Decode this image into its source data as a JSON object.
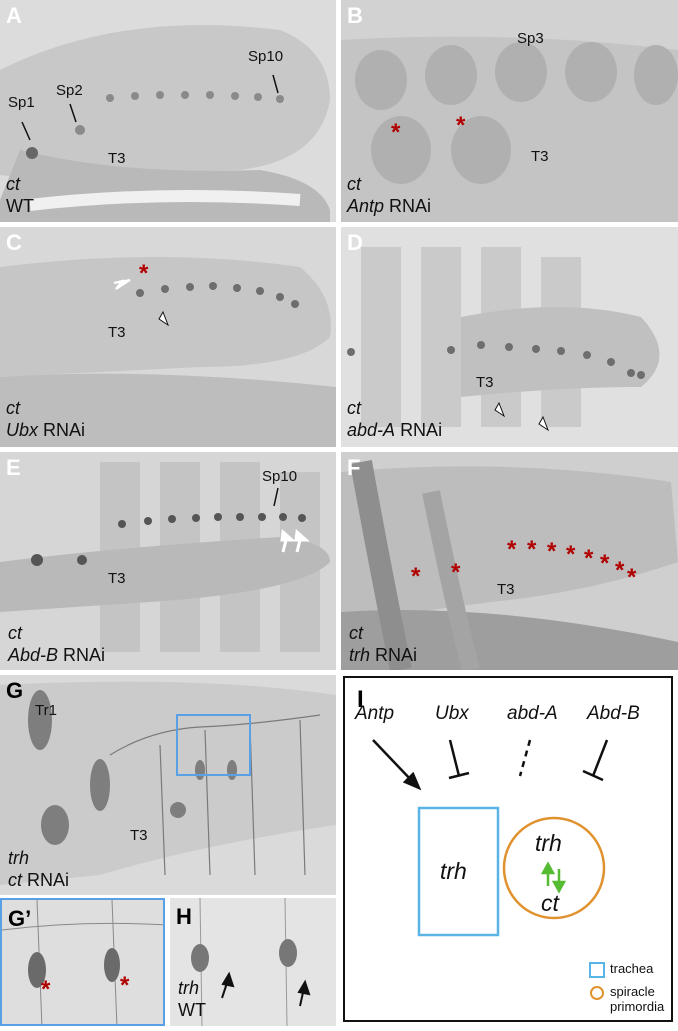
{
  "panels": {
    "A": {
      "letter": "A",
      "labels": [
        "Sp1",
        "Sp2",
        "Sp10",
        "T3"
      ],
      "gene": "ct",
      "condition": "WT"
    },
    "B": {
      "letter": "B",
      "labels": [
        "Sp3",
        "T3"
      ],
      "gene": "ct",
      "rnai_gene": "Antp",
      "rnai_suffix": "RNAi"
    },
    "C": {
      "letter": "C",
      "labels": [
        "T3"
      ],
      "gene": "ct",
      "rnai_gene": "Ubx",
      "rnai_suffix": "RNAi"
    },
    "D": {
      "letter": "D",
      "labels": [
        "T3"
      ],
      "gene": "ct",
      "rnai_gene": "abd-A",
      "rnai_suffix": "RNAi"
    },
    "E": {
      "letter": "E",
      "labels": [
        "Sp10",
        "T3"
      ],
      "gene": "ct",
      "rnai_gene": "Abd-B",
      "rnai_suffix": "RNAi"
    },
    "F": {
      "letter": "F",
      "labels": [
        "T3"
      ],
      "gene": "ct",
      "rnai_gene": "trh",
      "rnai_suffix": "RNAi"
    },
    "G": {
      "letter": "G",
      "labels": [
        "Tr1",
        "T3"
      ],
      "gene": "trh",
      "rnai_gene": "ct",
      "rnai_suffix": "RNAi"
    },
    "G2": {
      "letter": "G’"
    },
    "H": {
      "letter": "H",
      "gene": "trh",
      "condition": "WT"
    },
    "I": {
      "letter": "I",
      "regulators": [
        "Antp",
        "Ubx",
        "abd-A",
        "Abd-B"
      ],
      "box_gene": "trh",
      "circle_top": "trh",
      "circle_bottom": "ct",
      "legend": [
        {
          "label": "trachea",
          "color": "#5ab4e6"
        },
        {
          "label": "spiracle primordia",
          "color": "#e0922f"
        }
      ]
    }
  },
  "colors": {
    "asterisk": "#b00000",
    "trachea": "#5ab4e6",
    "spiracle": "#e0922f",
    "feedback": "#55bb33"
  }
}
